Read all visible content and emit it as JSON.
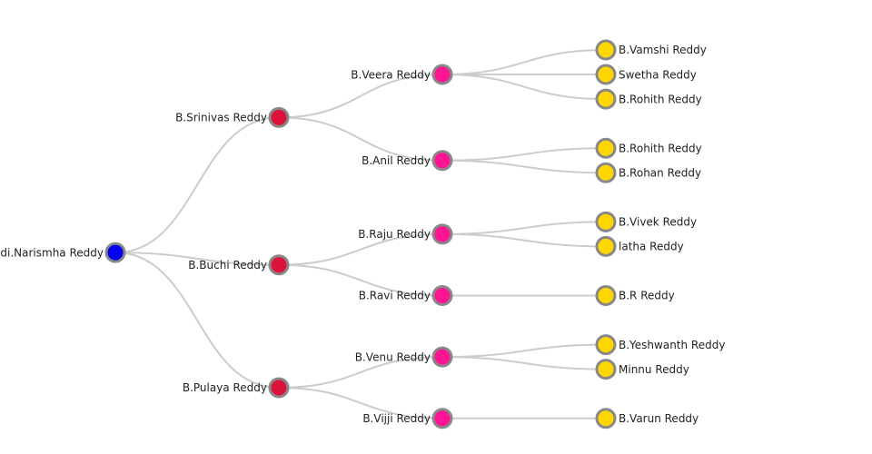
{
  "colors": {
    "root": "#0000ee",
    "level1": "#dc143c",
    "level2": "#ff1493",
    "level3": "#ffd700",
    "link": "#cccccc",
    "stroke": "#888888"
  },
  "tree": {
    "name": "di.Narismha Reddy",
    "children": [
      {
        "name": "B.Srinivas Reddy",
        "children": [
          {
            "name": "B.Veera Reddy",
            "children": [
              {
                "name": "B.Vamshi Reddy"
              },
              {
                "name": "Swetha Reddy"
              },
              {
                "name": "B.Rohith Reddy"
              }
            ]
          },
          {
            "name": "B.Anil Reddy",
            "children": [
              {
                "name": "B.Rohith Reddy"
              },
              {
                "name": "B.Rohan Reddy"
              }
            ]
          }
        ]
      },
      {
        "name": "B.Buchi Reddy",
        "children": [
          {
            "name": "B.Raju Reddy",
            "children": [
              {
                "name": "B.Vivek Reddy"
              },
              {
                "name": "latha Reddy"
              }
            ]
          },
          {
            "name": "B.Ravi Reddy",
            "children": [
              {
                "name": "B.R Reddy"
              }
            ]
          }
        ]
      },
      {
        "name": "B.Pulaya Reddy",
        "children": [
          {
            "name": "B.Venu Reddy",
            "children": [
              {
                "name": "B.Yeshwanth Reddy"
              },
              {
                "name": "Minnu Reddy"
              }
            ]
          },
          {
            "name": "B.Vijji Reddy",
            "children": [
              {
                "name": "B.Varun Reddy"
              }
            ]
          }
        ]
      }
    ]
  }
}
